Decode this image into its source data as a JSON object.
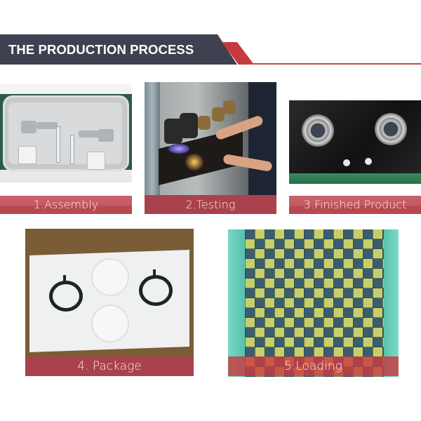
{
  "header": {
    "title": "THE PRODUCTION PROCESS",
    "colors": {
      "banner": "#3f4150",
      "accent": "#c63a3f"
    }
  },
  "steps": [
    {
      "number": 1,
      "label": "1.Assembly",
      "image": "stove-internal-assembly-photo"
    },
    {
      "number": 2,
      "label": "2.Testing",
      "image": "worker-testing-burner-photo"
    },
    {
      "number": 3,
      "label": "3.Finished Product",
      "image": "black-glass-gas-hob-photo"
    },
    {
      "number": 4,
      "label": "4. Package",
      "image": "foam-packaging-with-pan-supports-photo"
    },
    {
      "number": 5,
      "label": "5.Loading",
      "image": "boxes-loaded-in-container-photo"
    }
  ],
  "caption_color": "#c45a63"
}
